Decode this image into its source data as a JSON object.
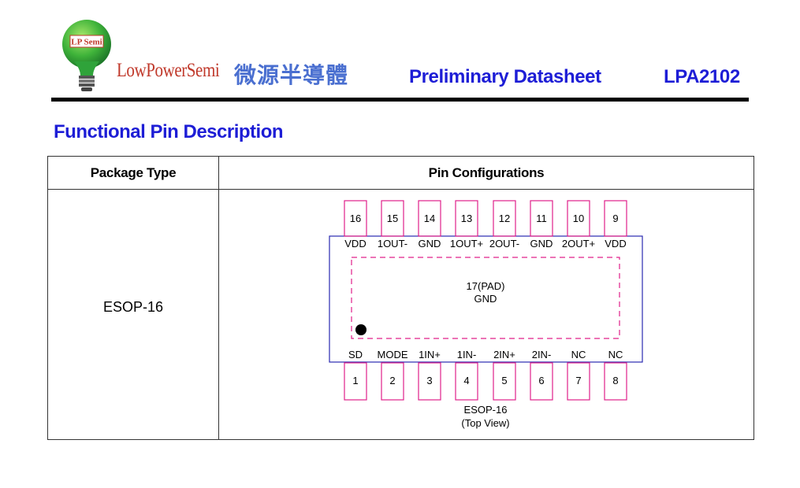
{
  "header": {
    "logo_badge": "LP Semi",
    "brand_en": "LowPowerSemi",
    "brand_zh": "微源半導體",
    "doc_title": "Preliminary Datasheet",
    "part_number": "LPA2102",
    "colors": {
      "brand_red": "#c0392b",
      "brand_zh_blue": "#4a6fd0",
      "title_blue": "#1d1dd6",
      "logo_green": "#2fa33a"
    }
  },
  "section_title": "Functional Pin Description",
  "table": {
    "headers": {
      "package": "Package Type",
      "pins": "Pin Configurations"
    },
    "package_type": "ESOP-16",
    "diagram": {
      "top_pins": [
        {
          "num": "16",
          "name": "VDD"
        },
        {
          "num": "15",
          "name": "1OUT-"
        },
        {
          "num": "14",
          "name": "GND"
        },
        {
          "num": "13",
          "name": "1OUT+"
        },
        {
          "num": "12",
          "name": "2OUT-"
        },
        {
          "num": "11",
          "name": "GND"
        },
        {
          "num": "10",
          "name": "2OUT+"
        },
        {
          "num": "9",
          "name": "VDD"
        }
      ],
      "bottom_pins": [
        {
          "num": "1",
          "name": "SD"
        },
        {
          "num": "2",
          "name": "MODE"
        },
        {
          "num": "3",
          "name": "1IN+"
        },
        {
          "num": "4",
          "name": "1IN-"
        },
        {
          "num": "5",
          "name": "2IN+"
        },
        {
          "num": "6",
          "name": "2IN-"
        },
        {
          "num": "7",
          "name": "NC"
        },
        {
          "num": "8",
          "name": "NC"
        }
      ],
      "pad_line1": "17(PAD)",
      "pad_line2": "GND",
      "caption_line1": "ESOP-16",
      "caption_line2": "(Top View)",
      "colors": {
        "pin_outline": "#e0208a",
        "body_outline": "#2a2ab0",
        "pad_dash": "#e0208a"
      }
    }
  }
}
